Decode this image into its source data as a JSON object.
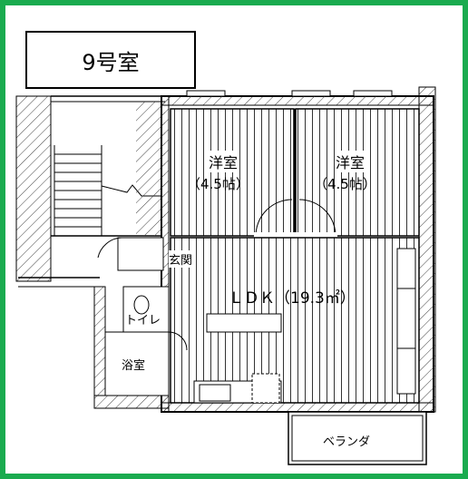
{
  "plan": {
    "unit_title": "9号室",
    "rooms": {
      "west_bedroom": {
        "name": "洋室",
        "size": "（4.5帖）"
      },
      "east_bedroom": {
        "name": "洋室",
        "size": "（4.5帖）"
      },
      "ldk": "ＬＤＫ（19.3㎡）",
      "entrance": "玄関",
      "toilet": "トイレ",
      "bath": "浴室",
      "veranda": "ベランダ"
    }
  },
  "colors": {
    "frame": "#1aab4f",
    "walls": "#000000",
    "background": "#ffffff"
  }
}
